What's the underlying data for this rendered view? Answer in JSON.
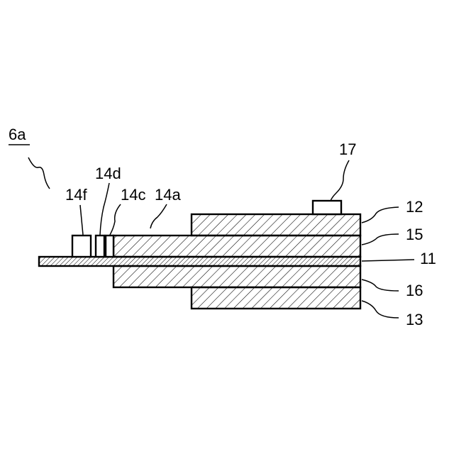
{
  "figure": {
    "assembly_label": "6a",
    "labels": {
      "l14f": "14f",
      "l14d": "14d",
      "l14c": "14c",
      "l14a": "14a",
      "l17": "17",
      "l12": "12",
      "l15": "15",
      "l11": "11",
      "l16": "16",
      "l13": "13"
    }
  },
  "colors": {
    "line": "#000000",
    "background": "#ffffff"
  }
}
